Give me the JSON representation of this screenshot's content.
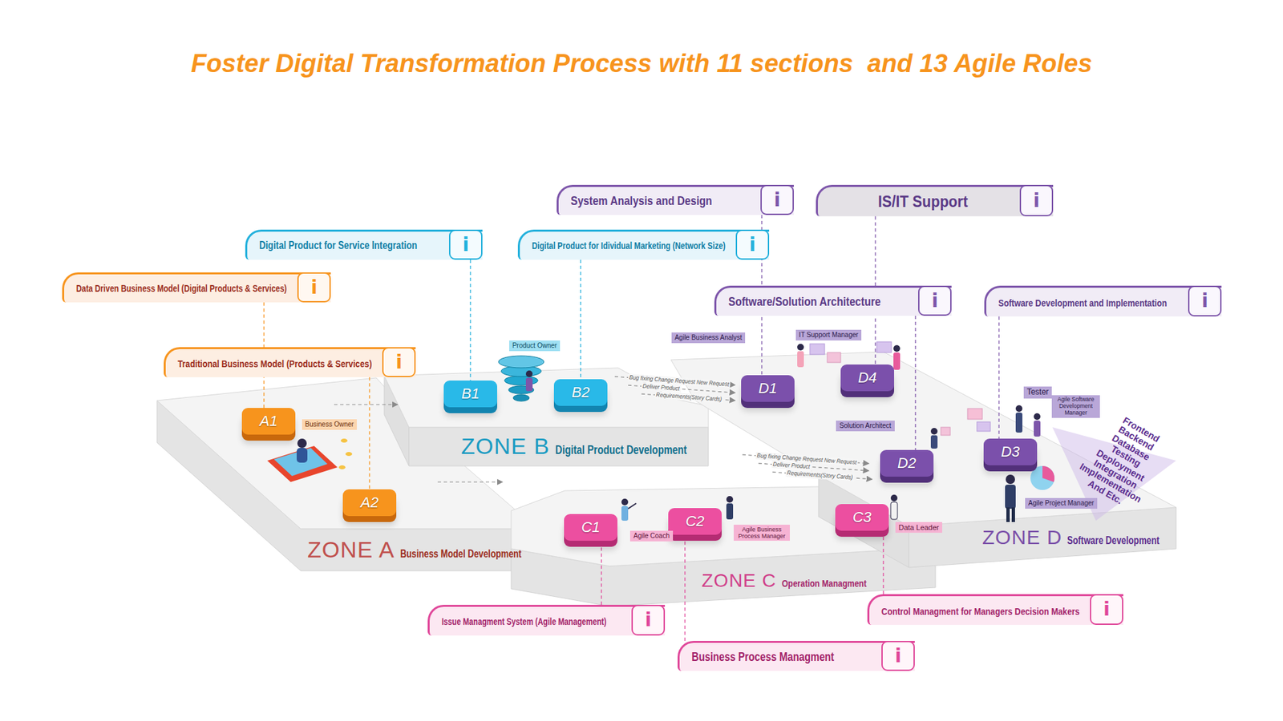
{
  "diagram": {
    "title": "Foster Digital Transformation Process with 11 sections  and 13 Agile Roles",
    "nodes": [
      {
        "text": [
          "ZONE A",
          "Business Model Development"
        ]
      },
      {
        "text": [
          "A1"
        ],
        "in": 0
      },
      {
        "text": [
          "A2"
        ],
        "in": 0
      },
      {
        "text": [
          "Business Owner"
        ],
        "in": 0
      },
      {
        "text": [
          "ZONE B",
          "Digital Product Development"
        ]
      },
      {
        "text": [
          "B1"
        ],
        "in": 4
      },
      {
        "text": [
          "B2"
        ],
        "in": 4
      },
      {
        "text": [
          "Product Owner"
        ],
        "in": 4
      },
      {
        "text": [
          "ZONE C",
          "Operation Managment"
        ]
      },
      {
        "text": [
          "C1"
        ],
        "in": 8
      },
      {
        "text": [
          "C2"
        ],
        "in": 8
      },
      {
        "text": [
          "C3"
        ],
        "in": 8
      },
      {
        "text": [
          "Agile Coach"
        ],
        "in": 8
      },
      {
        "text": [
          "Agile Business Process Manager"
        ],
        "in": 8
      },
      {
        "text": [
          "Data Leader"
        ],
        "in": 8
      },
      {
        "text": [
          "ZONE D",
          "Software Development"
        ]
      },
      {
        "text": [
          "D1"
        ],
        "in": 15
      },
      {
        "text": [
          "D2"
        ],
        "in": 15
      },
      {
        "text": [
          "D3"
        ],
        "in": 15
      },
      {
        "text": [
          "D4"
        ],
        "in": 15
      },
      {
        "text": [
          "Agile Business Analyst"
        ],
        "in": 15
      },
      {
        "text": [
          "IT Support Manager"
        ],
        "in": 15
      },
      {
        "text": [
          "Solution Architect"
        ],
        "in": 15
      },
      {
        "text": [
          "Tester"
        ],
        "in": 15
      },
      {
        "text": [
          "Agile Software Development Manager"
        ],
        "in": 15
      },
      {
        "text": [
          "Agile Project Manager"
        ],
        "in": 15
      },
      {
        "text": [
          "Data Driven Business Model (Digital Products & Services)",
          "i"
        ]
      },
      {
        "text": [
          "Traditional Business Model (Products & Services)",
          "i"
        ]
      },
      {
        "text": [
          "Digital Product for Service Integration",
          "i"
        ]
      },
      {
        "text": [
          "Digital Product for Idividual Marketing (Network Size)",
          "i"
        ]
      },
      {
        "text": [
          "System Analysis and Design",
          "i"
        ]
      },
      {
        "text": [
          "IS/IT Support",
          "i"
        ]
      },
      {
        "text": [
          "Software/Solution Architecture",
          "i"
        ]
      },
      {
        "text": [
          "Software Development and Implementation",
          "i"
        ]
      },
      {
        "text": [
          "Issue Managment System (Agile Management)",
          "i"
        ]
      },
      {
        "text": [
          "Business Process Managment",
          "i"
        ]
      },
      {
        "text": [
          "Control Managment for Managers Decision Makers",
          "i"
        ]
      }
    ],
    "edges": [
      {
        "from": 26,
        "to": 1,
        "arrow": "none"
      },
      {
        "from": 27,
        "to": 2,
        "arrow": "none"
      },
      {
        "from": 28,
        "to": 5,
        "arrow": "none"
      },
      {
        "from": 29,
        "to": 6,
        "arrow": "none"
      },
      {
        "from": 30,
        "to": 16,
        "arrow": "none"
      },
      {
        "from": 31,
        "to": 19,
        "arrow": "none"
      },
      {
        "from": 32,
        "to": 17,
        "arrow": "none"
      },
      {
        "from": 33,
        "to": 18,
        "arrow": "none"
      },
      {
        "from": 34,
        "to": 9,
        "arrow": "none"
      },
      {
        "from": 35,
        "to": 10,
        "arrow": "none"
      },
      {
        "from": 36,
        "to": 11,
        "arrow": "none"
      }
    ],
    "labels": [
      "Bug fixing Change Request New Request",
      "Deliver Product",
      "Requirements(Story Cards)",
      "Bug fixing Change Request New Request",
      "Deliver Product",
      "Requirements(Story Cards)",
      "Frontend Backend Database Testing Deployment Integration Implementation And Etc."
    ]
  }
}
